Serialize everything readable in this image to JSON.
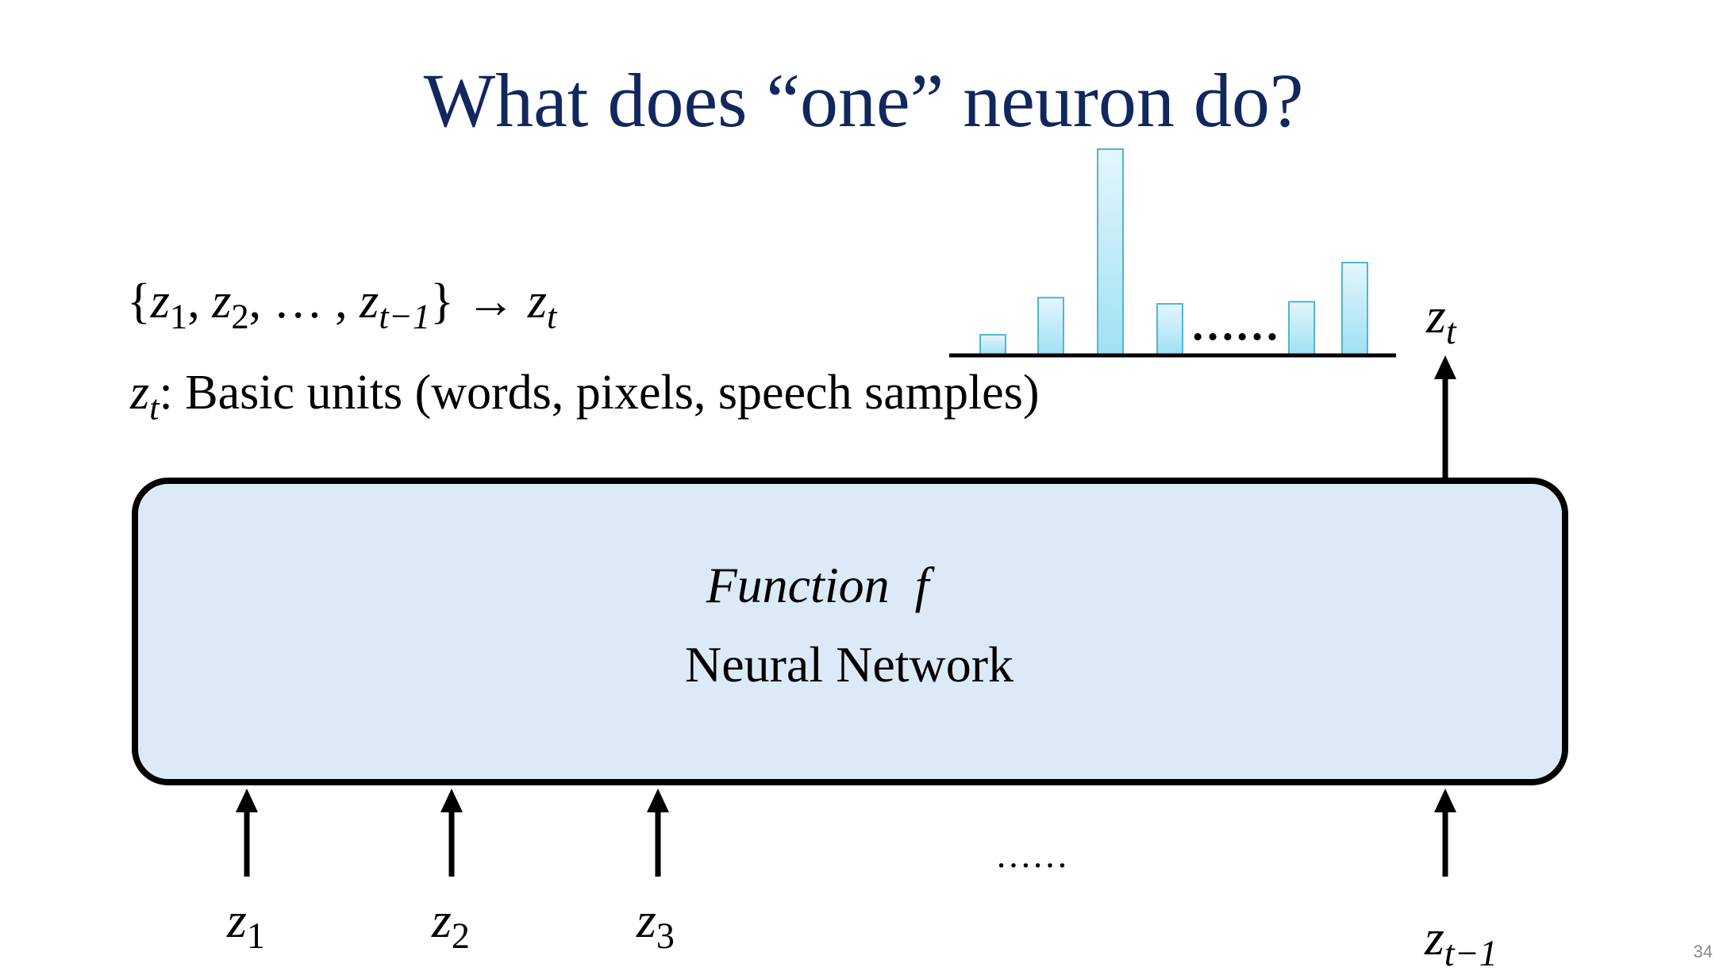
{
  "title": "What does “one” neuron do?",
  "formula": {
    "open_brace": "{",
    "z": "z",
    "sub_1": "1",
    "sub_2": "2",
    "comma": ",",
    "dots": "…",
    "sub_t_minus_1": "t−1",
    "close_brace": "}",
    "arrow": "→",
    "sub_t": "t"
  },
  "definition": {
    "z": "z",
    "sub_t": "t",
    "text": ": Basic units (words, pixels, speech samples)"
  },
  "box": {
    "function_label": "Function",
    "function_symbol": "f",
    "network_label": "Neural Network"
  },
  "inputs": [
    {
      "z": "z",
      "sub": "1"
    },
    {
      "z": "z",
      "sub": "2"
    },
    {
      "z": "z",
      "sub": "3"
    },
    {
      "z": "z",
      "sub": "t−1"
    }
  ],
  "input_ellipsis": "……",
  "output": {
    "z": "z",
    "sub": "t"
  },
  "histogram_ellipsis": "……",
  "page_number": "34",
  "colors": {
    "title": "#12275e",
    "box_fill": "#dce9f7",
    "bar_fill_top": "#e4f6fc",
    "bar_fill_bottom": "#9fe0f3",
    "bar_stroke": "#4fb6d3"
  },
  "chart_data": {
    "type": "bar",
    "values": [
      10,
      28,
      100,
      25,
      26,
      45
    ],
    "ylim": [
      0,
      100
    ],
    "grid": false
  }
}
